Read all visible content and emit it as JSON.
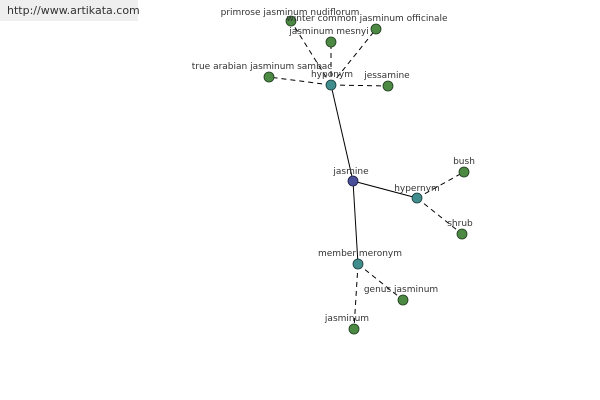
{
  "watermark": "http://www.artikata.com",
  "graph": {
    "root": "jasmine",
    "relations": {
      "hyponym": "hyponym",
      "hypernym": "hypernym",
      "member_meronym": "member meronym"
    },
    "hyponyms": [
      "primrose jasminum nudiflorum",
      "winter common jasminum officinale",
      "jasminum mesnyi",
      "true arabian jasminum sambac",
      "jessamine"
    ],
    "hypernyms": [
      "bush",
      "shrub"
    ],
    "member_meronyms": [
      "genus jasminum",
      "jasminum"
    ]
  },
  "colors": {
    "leaf": "#4c8a44",
    "relation": "#3f8d8d",
    "root": "#4a4f9a"
  }
}
